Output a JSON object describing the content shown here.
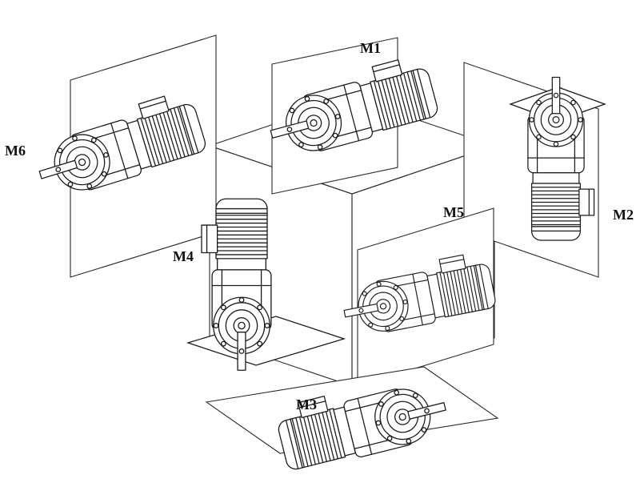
{
  "diagram": {
    "background_color": "#ffffff",
    "line_color": "#1c1c1c",
    "positions": [
      {
        "label": "M1"
      },
      {
        "label": "M2"
      },
      {
        "label": "M3"
      },
      {
        "label": "M4"
      },
      {
        "label": "M5"
      },
      {
        "label": "M6"
      }
    ]
  }
}
